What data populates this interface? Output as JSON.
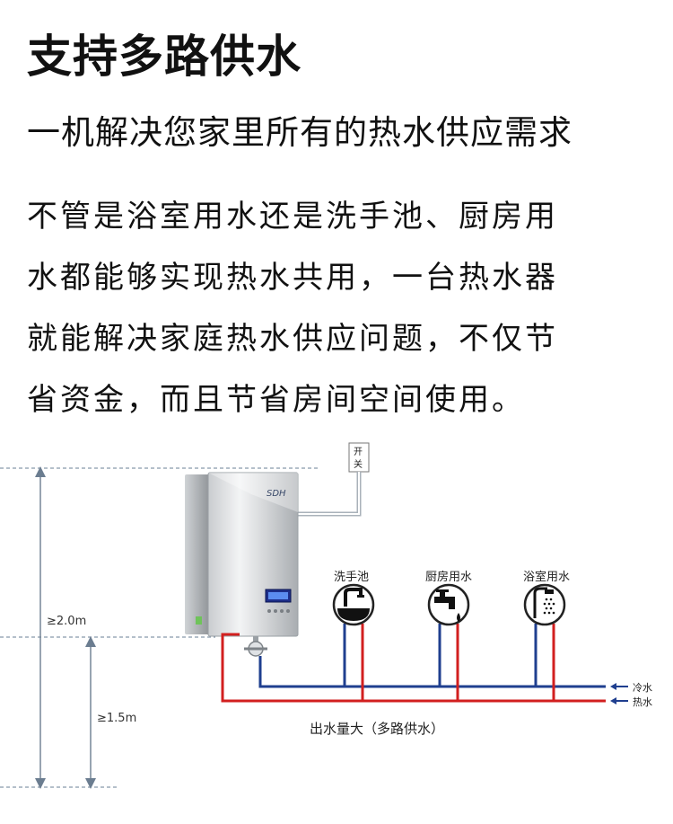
{
  "headline": "支持多路供水",
  "subline": "一机解决您家里所有的热水供应需求",
  "paragraph_lines": [
    "不管是浴室用水还是洗手池、厨房用",
    "水都能够实现热水共用，一台热水器",
    "就能解决家庭热水供应问题，不仅节",
    "省资金，而且节省房间空间使用。"
  ],
  "diagram": {
    "switch_label_top": "开",
    "switch_label_bottom": "关",
    "height_label_high": "≥2.0m",
    "height_label_low": "≥1.5m",
    "outlets": [
      {
        "label": "洗手池",
        "icon": "sink-faucet-icon"
      },
      {
        "label": "厨房用水",
        "icon": "kitchen-tap-icon"
      },
      {
        "label": "浴室用水",
        "icon": "shower-head-icon"
      }
    ],
    "legend": [
      {
        "label": "冷水",
        "color": "#1f3f8f"
      },
      {
        "label": "热水",
        "color": "#d21f1f"
      }
    ],
    "caption": "出水量大（多路供水）"
  }
}
